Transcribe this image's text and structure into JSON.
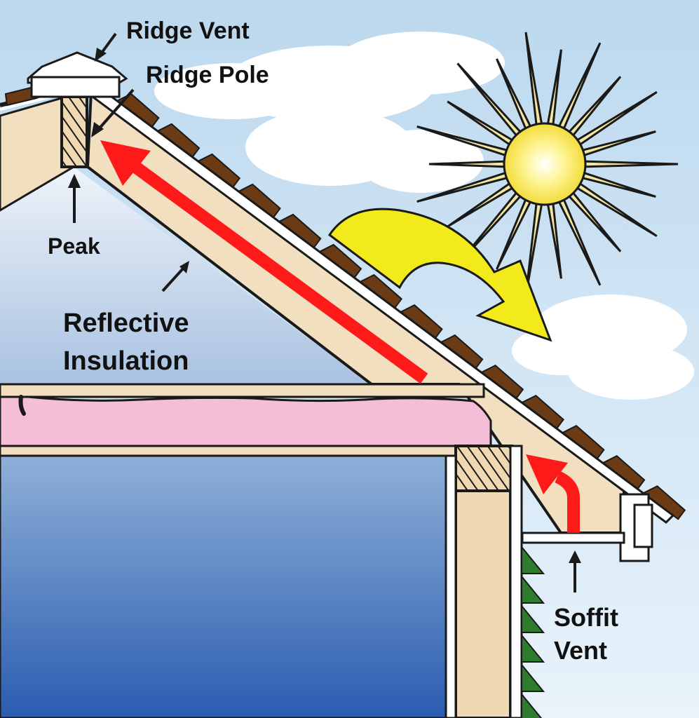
{
  "labels": {
    "ridge_vent": "Ridge Vent",
    "ridge_pole": "Ridge Pole",
    "peak": "Peak",
    "reflective_insulation_line1": "Reflective",
    "reflective_insulation_line2": "Insulation",
    "soffit_vent_line1": "Soffit",
    "soffit_vent_line2": "Vent"
  },
  "colors": {
    "sky_top": "#bcd8ee",
    "sky_bottom": "#e8f3fb",
    "cloud": "#ffffff",
    "sun_core": "#fff27a",
    "sun_rays": "#f3e6a0",
    "sun_ray_outline": "#1a1a1a",
    "shingle": "#6b3b16",
    "rafter_cavity": "#f1dfbf",
    "fascia_white": "#ffffff",
    "attic_top": "#e6eef8",
    "attic_bottom": "#a9c2e0",
    "insulation_pink": "#f4bfd6",
    "room_top": "#8fb0d8",
    "room_bottom": "#2f62b5",
    "wall_tan": "#efd9b3",
    "airflow_red": "#ff1a1a",
    "reflection_yellow": "#f2ea1a",
    "siding_green": "#2e7d2e"
  },
  "icons": [
    "sun-icon",
    "reflection-arrow-icon",
    "airflow-arrow-icon",
    "pointer-arrow-icon"
  ]
}
